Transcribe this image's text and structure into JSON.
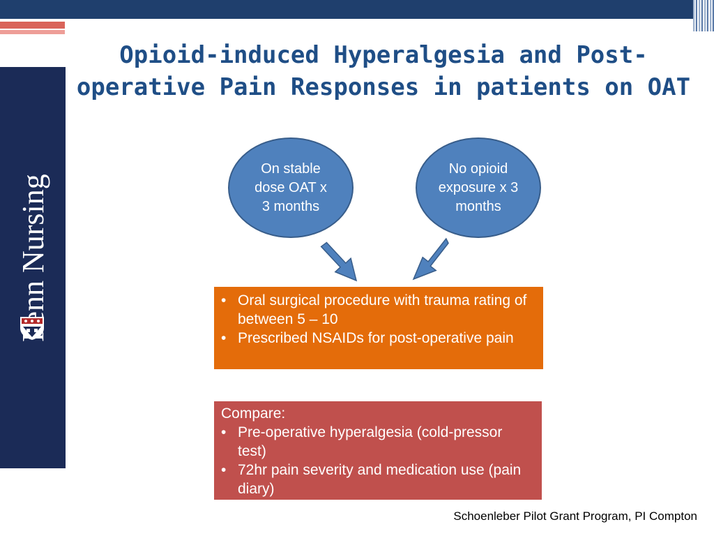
{
  "slide": {
    "title": "Opioid-induced Hyperalgesia and Post-operative Pain Responses in patients on OAT",
    "footer": "Schoenleber Pilot Grant Program, PI Compton"
  },
  "brand": {
    "wordmark": "Penn Nursing",
    "logo_icon": "penn-shield-icon"
  },
  "diagram": {
    "groups": [
      {
        "label": "On stable dose OAT x 3 months"
      },
      {
        "label": "No opioid exposure x 3 months"
      }
    ],
    "procedure_box": {
      "bullets": [
        "Oral surgical procedure with trauma rating of between 5 – 10",
        "Prescribed NSAIDs for post-operative pain"
      ]
    },
    "compare_box": {
      "heading": "Compare:",
      "bullets": [
        "Pre-operative hyperalgesia (cold-pressor test)",
        "72hr pain severity and medication use (pain diary)"
      ]
    }
  },
  "colors": {
    "title": "#1f4e86",
    "oval_fill": "#4f81bd",
    "procedure_box": "#e46c0a",
    "compare_box": "#c0504d",
    "left_band": "#1b2b57",
    "top_band": "#1f3f6d"
  }
}
